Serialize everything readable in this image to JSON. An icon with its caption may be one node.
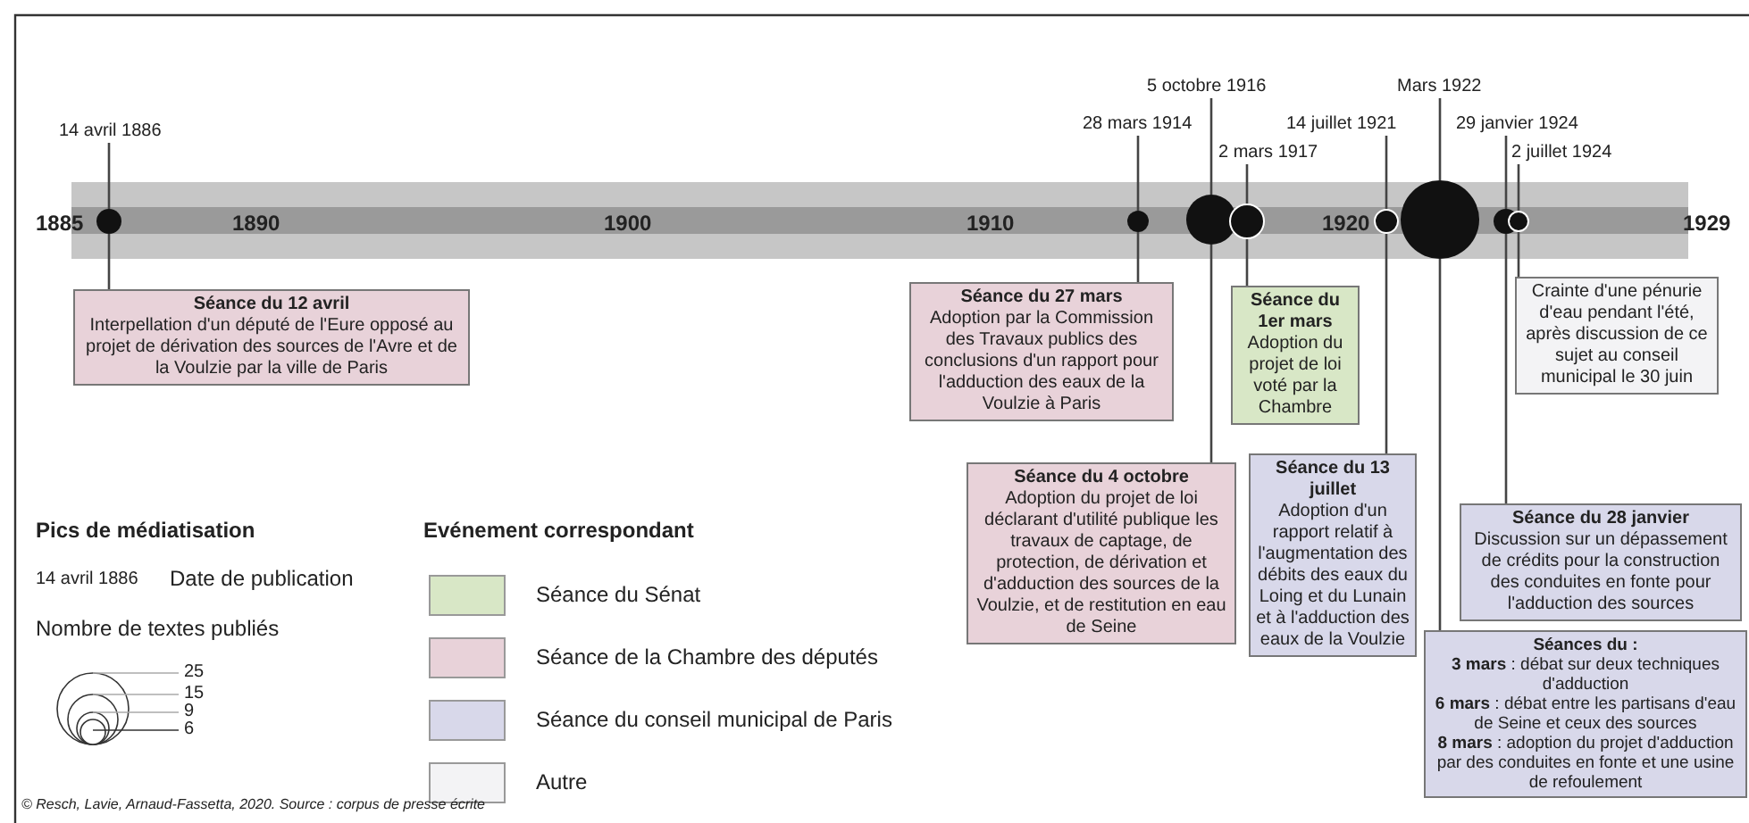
{
  "diagram": {
    "caption": "© Resch, Lavie, Arnaud-Fassetta, 2020. Source : corpus de presse écrite",
    "nodes": [
      {
        "text": [
          "14 avril 1886"
        ]
      },
      {
        "text": [],
        "shape": "circle"
      },
      {
        "text": [
          "Séance du 12 avril",
          "Interpellation d'un député de l'Eure opposé au projet de dérivation des sources de l'Avre et de la Voulzie par la ville de Paris"
        ]
      },
      {
        "text": [
          "28 mars 1914"
        ]
      },
      {
        "text": [],
        "shape": "circle"
      },
      {
        "text": [
          "Séance du 27 mars",
          "Adoption par la Commission des Travaux publics des conclusions d'un rapport pour l'adduction des eaux de la Voulzie à Paris"
        ]
      },
      {
        "text": [
          "5 octobre 1916"
        ]
      },
      {
        "text": [],
        "shape": "circle"
      },
      {
        "text": [
          "Séance du 4 octobre",
          "Adoption du projet de loi déclarant d'utilité publique les travaux de captage, de protection, de dérivation et d'adduction des sources de la Voulzie, et de restitution en eau de Seine"
        ]
      },
      {
        "text": [
          "2 mars 1917"
        ]
      },
      {
        "text": [],
        "shape": "circle"
      },
      {
        "text": [
          "Séance du 1er mars",
          "Adoption du projet de loi voté par la Chambre"
        ]
      },
      {
        "text": [
          "14 juillet 1921"
        ]
      },
      {
        "text": [],
        "shape": "circle"
      },
      {
        "text": [
          "Séance du 13 juillet",
          "Adoption d'un rapport relatif à l'augmentation des débits des eaux du Loing et du Lunain et à l'adduction des eaux de la Voulzie"
        ]
      },
      {
        "text": [
          "Mars 1922"
        ]
      },
      {
        "text": [],
        "shape": "circle"
      },
      {
        "text": [
          "Séances du :",
          "**3 mars** : débat sur deux techniques d'adduction",
          "**6 mars** : débat entre les partisans d'eau de Seine et ceux des sources",
          "**8 mars** : adoption du projet d'adduction par des conduites en fonte et une usine de refoulement"
        ]
      },
      {
        "text": [
          "29 janvier 1924"
        ]
      },
      {
        "text": [],
        "shape": "circle"
      },
      {
        "text": [
          "Séance du 28 janvier",
          "Discussion sur un dépassement de crédits pour la construction des conduites en fonte pour l'adduction des sources"
        ]
      },
      {
        "text": [
          "2 juillet 1924"
        ]
      },
      {
        "text": [],
        "shape": "circle"
      },
      {
        "text": [
          "Crainte d'une pénurie d'eau pendant l'été, après discussion de ce sujet au conseil municipal le 30 juin"
        ]
      }
    ],
    "edges": [
      {
        "from": 0,
        "to": 1,
        "arrow": "none"
      },
      {
        "from": 1,
        "to": 2,
        "arrow": "none"
      },
      {
        "from": 3,
        "to": 4,
        "arrow": "none"
      },
      {
        "from": 4,
        "to": 5,
        "arrow": "none"
      },
      {
        "from": 6,
        "to": 7,
        "arrow": "none"
      },
      {
        "from": 7,
        "to": 8,
        "arrow": "none"
      },
      {
        "from": 9,
        "to": 10,
        "arrow": "none"
      },
      {
        "from": 10,
        "to": 11,
        "arrow": "none"
      },
      {
        "from": 12,
        "to": 13,
        "arrow": "none"
      },
      {
        "from": 13,
        "to": 14,
        "arrow": "none"
      },
      {
        "from": 15,
        "to": 16,
        "arrow": "none"
      },
      {
        "from": 16,
        "to": 17,
        "arrow": "none"
      },
      {
        "from": 18,
        "to": 19,
        "arrow": "none"
      },
      {
        "from": 19,
        "to": 20,
        "arrow": "none"
      },
      {
        "from": 21,
        "to": 22,
        "arrow": "none"
      },
      {
        "from": 22,
        "to": 23,
        "arrow": "none"
      }
    ],
    "labels": [
      "1885",
      "1890",
      "1900",
      "1910",
      "1920",
      "1929",
      "Pics de médiatisation",
      "Evénement correspondant",
      "14 avril 1886",
      "Date de publication",
      "Nombre de textes publiés",
      "25",
      "15",
      "9",
      "6"
    ],
    "legend": [
      {
        "text": "Séance du Sénat",
        "color": "#d8e7c6"
      },
      {
        "text": "Séance de la Chambre des députés",
        "color": "#e8d2d9"
      },
      {
        "text": "Séance du conseil municipal de Paris",
        "color": "#d8d8ea"
      },
      {
        "text": "Autre",
        "color": "#f3f3f5"
      }
    ]
  }
}
